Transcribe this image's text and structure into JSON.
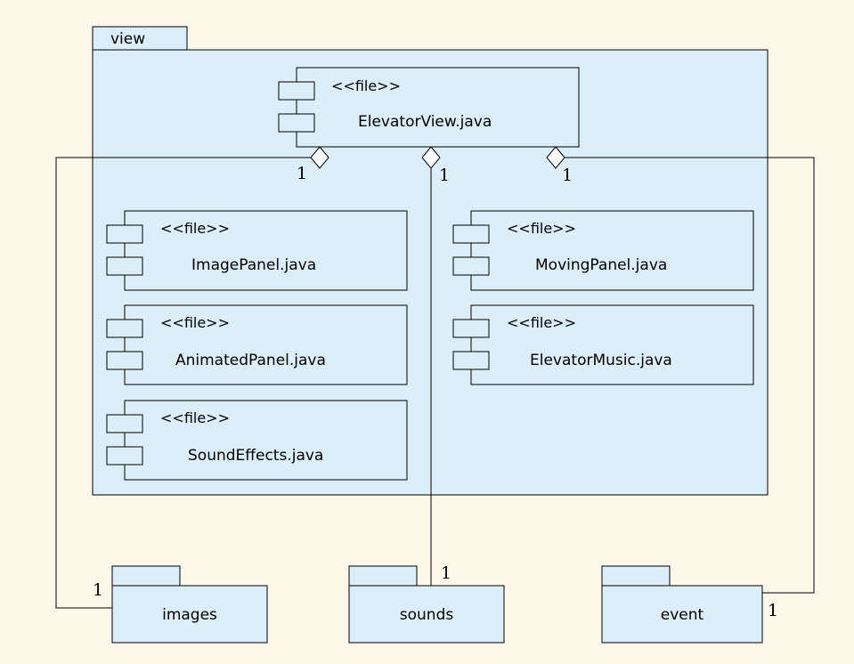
{
  "packages": {
    "view": "view",
    "images": "images",
    "sounds": "sounds",
    "event": "event"
  },
  "components": {
    "elevator_view": {
      "stereotype": "<<file>>",
      "name": "ElevatorView.java"
    },
    "image_panel": {
      "stereotype": "<<file>>",
      "name": "ImagePanel.java"
    },
    "animated_panel": {
      "stereotype": "<<file>>",
      "name": "AnimatedPanel.java"
    },
    "sound_effects": {
      "stereotype": "<<file>>",
      "name": "SoundEffects.java"
    },
    "moving_panel": {
      "stereotype": "<<file>>",
      "name": "MovingPanel.java"
    },
    "elevator_music": {
      "stereotype": "<<file>>",
      "name": "ElevatorMusic.java"
    }
  },
  "multiplicities": {
    "images_view": "1",
    "sounds_view": "1",
    "event_view": "1",
    "images_pkg": "1",
    "sounds_pkg": "1",
    "event_pkg": "1"
  }
}
